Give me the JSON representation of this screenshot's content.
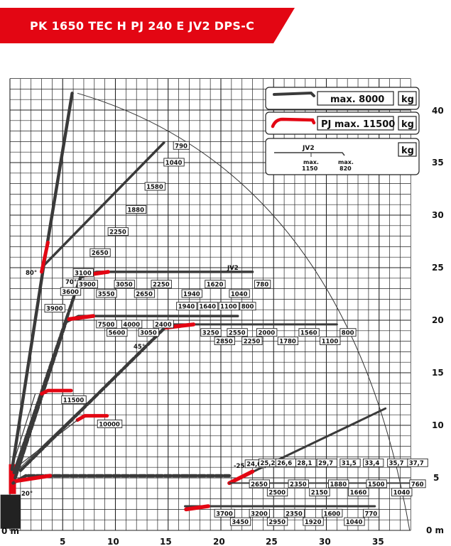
{
  "title": "PK 1650 TEC H PJ 240 E JV2 DPS-C",
  "colors": {
    "brand": "#e30613",
    "boom": "#3a3a3a",
    "grid": "#222222"
  },
  "legend": {
    "main": {
      "label": "max. 8000",
      "unit": "kg"
    },
    "pj": {
      "label": "PJ max. 11500",
      "unit": "kg"
    },
    "jv": {
      "name": "JV2",
      "unit": "kg",
      "left": "max.\n1150",
      "right": "max.\n820",
      "left_a": "max.",
      "left_b": "1150",
      "right_a": "max.",
      "right_b": "820"
    }
  },
  "chart_data": {
    "type": "diagram",
    "x_ticks": [
      "0 m",
      "5",
      "10",
      "15",
      "20",
      "25",
      "30",
      "35"
    ],
    "y_ticks": [
      "0 m",
      "5",
      "10",
      "15",
      "20",
      "25",
      "30",
      "35",
      "40"
    ],
    "angles": [
      "80°",
      "70°",
      "45°",
      "20°",
      "-25°"
    ],
    "jv2_label": "JV2",
    "loads": [
      {
        "id": "c90a",
        "text": "790",
        "x": 15.5,
        "y": 36.4
      },
      {
        "id": "c90b",
        "text": "1040",
        "x": 14.6,
        "y": 34.8
      },
      {
        "id": "c90c",
        "text": "1580",
        "x": 12.8,
        "y": 32.5
      },
      {
        "id": "c90d",
        "text": "1880",
        "x": 11.0,
        "y": 30.3
      },
      {
        "id": "c90e",
        "text": "2250",
        "x": 9.3,
        "y": 28.2
      },
      {
        "id": "c90f",
        "text": "2650",
        "x": 7.6,
        "y": 26.2
      },
      {
        "id": "c90g",
        "text": "3100",
        "x": 6.0,
        "y": 24.3
      },
      {
        "id": "c90h",
        "text": "3600",
        "x": 4.8,
        "y": 22.5
      },
      {
        "id": "c90i",
        "text": "3900",
        "x": 3.3,
        "y": 20.9
      },
      {
        "id": "r25a",
        "text": "3900",
        "x": 6.4,
        "y": 23.2
      },
      {
        "id": "r25b",
        "text": "3050",
        "x": 9.9,
        "y": 23.2
      },
      {
        "id": "r25c",
        "text": "2250",
        "x": 13.4,
        "y": 23.2
      },
      {
        "id": "r25d",
        "text": "1620",
        "x": 18.5,
        "y": 23.2
      },
      {
        "id": "r25e",
        "text": "780",
        "x": 23.2,
        "y": 23.2
      },
      {
        "id": "r24a",
        "text": "3550",
        "x": 8.2,
        "y": 22.3
      },
      {
        "id": "r24b",
        "text": "2650",
        "x": 11.8,
        "y": 22.3
      },
      {
        "id": "r24c",
        "text": "1940",
        "x": 16.3,
        "y": 22.3
      },
      {
        "id": "r24d",
        "text": "1040",
        "x": 20.8,
        "y": 22.3
      },
      {
        "id": "r21a",
        "text": "1940",
        "x": 15.8,
        "y": 21.1
      },
      {
        "id": "r21b",
        "text": "1640",
        "x": 17.8,
        "y": 21.1
      },
      {
        "id": "r21c",
        "text": "1100",
        "x": 19.8,
        "y": 21.1
      },
      {
        "id": "r21d",
        "text": "800",
        "x": 21.8,
        "y": 21.1
      },
      {
        "id": "r19a",
        "text": "7500",
        "x": 8.2,
        "y": 19.4
      },
      {
        "id": "r19b",
        "text": "4000",
        "x": 10.6,
        "y": 19.4
      },
      {
        "id": "r19c",
        "text": "2400",
        "x": 13.6,
        "y": 19.4
      },
      {
        "id": "r18a",
        "text": "5600",
        "x": 9.2,
        "y": 18.6
      },
      {
        "id": "r18b",
        "text": "3050",
        "x": 12.2,
        "y": 18.6
      },
      {
        "id": "r18c",
        "text": "3250",
        "x": 18.1,
        "y": 18.6
      },
      {
        "id": "r18d",
        "text": "2550",
        "x": 20.6,
        "y": 18.6
      },
      {
        "id": "r18e",
        "text": "2000",
        "x": 23.4,
        "y": 18.6
      },
      {
        "id": "r18f",
        "text": "1560",
        "x": 27.4,
        "y": 18.6
      },
      {
        "id": "r18g",
        "text": "800",
        "x": 31.3,
        "y": 18.6
      },
      {
        "id": "r17a",
        "text": "2850",
        "x": 19.4,
        "y": 17.8
      },
      {
        "id": "r17b",
        "text": "2250",
        "x": 22.0,
        "y": 17.8
      },
      {
        "id": "r17c",
        "text": "1780",
        "x": 25.4,
        "y": 17.8
      },
      {
        "id": "r17d",
        "text": "1100",
        "x": 29.4,
        "y": 17.8
      },
      {
        "id": "l11500",
        "text": "11500",
        "x": 4.9,
        "y": 12.2
      },
      {
        "id": "l10000",
        "text": "10000",
        "x": 8.3,
        "y": 9.9
      },
      {
        "id": "d1",
        "text": "24,0",
        "x": 22.3,
        "y": 6.1
      },
      {
        "id": "d2",
        "text": "25,2",
        "x": 23.6,
        "y": 6.2
      },
      {
        "id": "d3",
        "text": "26,6",
        "x": 25.2,
        "y": 6.2
      },
      {
        "id": "d4",
        "text": "28,1",
        "x": 27.1,
        "y": 6.2
      },
      {
        "id": "d5",
        "text": "29,7",
        "x": 29.1,
        "y": 6.2
      },
      {
        "id": "d6",
        "text": "31,5",
        "x": 31.3,
        "y": 6.2
      },
      {
        "id": "d7",
        "text": "33,4",
        "x": 33.5,
        "y": 6.2
      },
      {
        "id": "d8",
        "text": "35,7",
        "x": 35.8,
        "y": 6.2
      },
      {
        "id": "d9",
        "text": "37,7",
        "x": 37.7,
        "y": 6.2
      },
      {
        "id": "r4a",
        "text": "2650",
        "x": 22.7,
        "y": 4.2
      },
      {
        "id": "r4b",
        "text": "2350",
        "x": 26.4,
        "y": 4.2
      },
      {
        "id": "r4c",
        "text": "1880",
        "x": 30.2,
        "y": 4.2
      },
      {
        "id": "r4d",
        "text": "1500",
        "x": 33.8,
        "y": 4.2
      },
      {
        "id": "r4e",
        "text": "760",
        "x": 37.9,
        "y": 4.2
      },
      {
        "id": "r3a",
        "text": "2500",
        "x": 24.4,
        "y": 3.4
      },
      {
        "id": "r3b",
        "text": "2150",
        "x": 28.4,
        "y": 3.4
      },
      {
        "id": "r3c",
        "text": "1660",
        "x": 32.1,
        "y": 3.4
      },
      {
        "id": "r3d",
        "text": "1040",
        "x": 36.2,
        "y": 3.4
      },
      {
        "id": "r1a",
        "text": "3700",
        "x": 19.4,
        "y": 1.4
      },
      {
        "id": "r1b",
        "text": "3200",
        "x": 22.7,
        "y": 1.4
      },
      {
        "id": "r1c",
        "text": "2350",
        "x": 26.0,
        "y": 1.4
      },
      {
        "id": "r1d",
        "text": "1600",
        "x": 29.6,
        "y": 1.4
      },
      {
        "id": "r1e",
        "text": "770",
        "x": 33.5,
        "y": 1.4
      },
      {
        "id": "r0a",
        "text": "3450",
        "x": 20.9,
        "y": 0.6
      },
      {
        "id": "r0b",
        "text": "2950",
        "x": 24.4,
        "y": 0.6
      },
      {
        "id": "r0c",
        "text": "1920",
        "x": 27.8,
        "y": 0.6
      },
      {
        "id": "r0d",
        "text": "1040",
        "x": 31.7,
        "y": 0.6
      }
    ]
  }
}
